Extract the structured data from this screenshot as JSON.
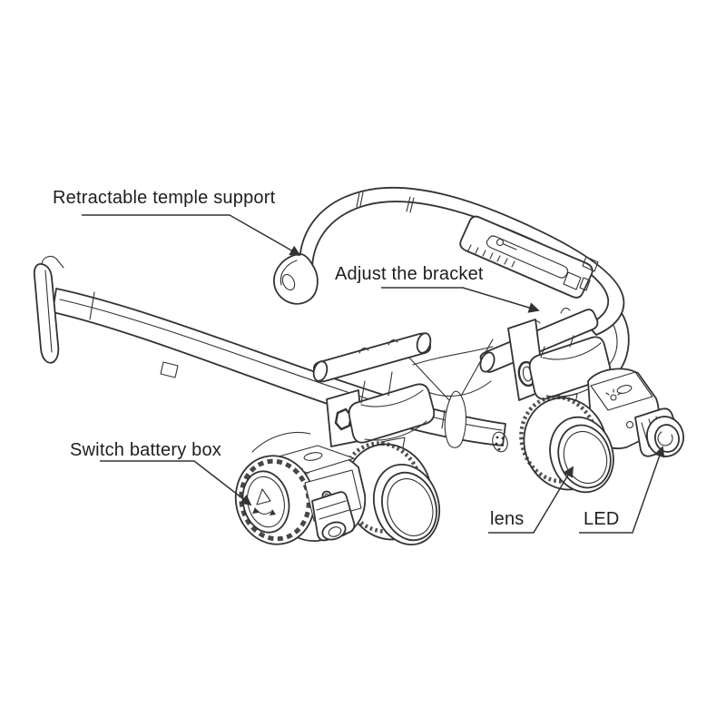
{
  "labels": {
    "temple_support": "Retractable temple support",
    "adjust_bracket": "Adjust the bracket",
    "battery_box": "Switch battery box",
    "lens": "lens",
    "led": "LED"
  },
  "colors": {
    "background": "#ffffff",
    "line": "#333333",
    "text": "#1e1e1e"
  }
}
